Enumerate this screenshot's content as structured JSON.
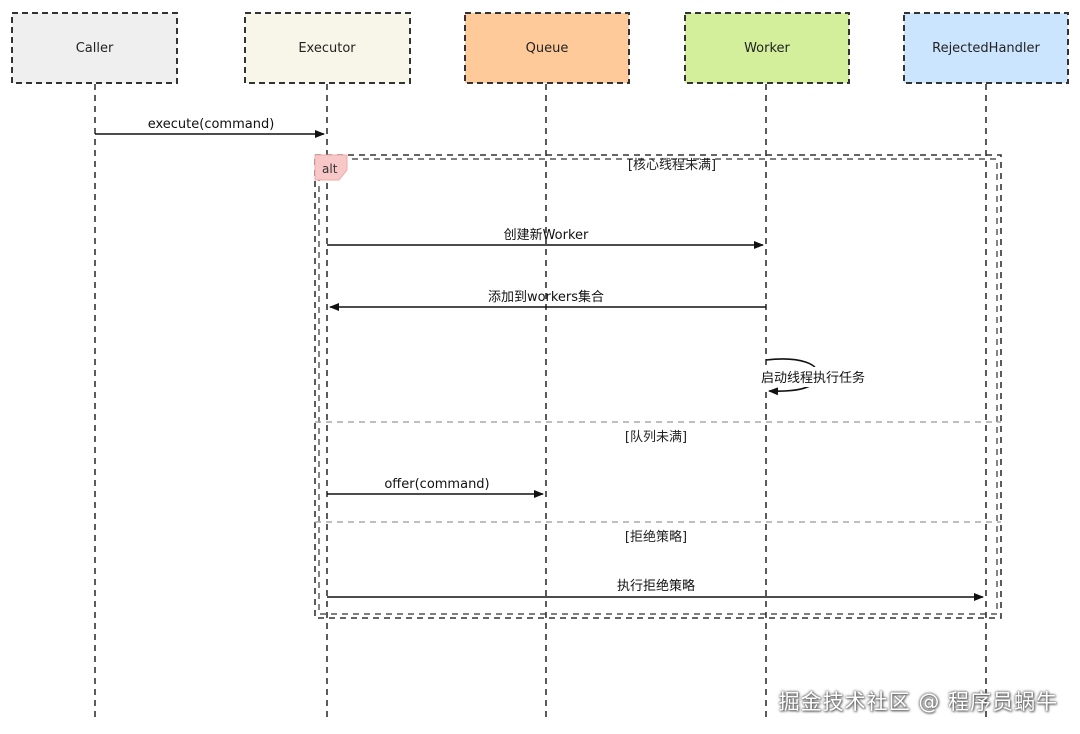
{
  "participants": [
    {
      "label": "Caller",
      "fill": "#efefef"
    },
    {
      "label": "Executor",
      "fill": "#f8f6e8"
    },
    {
      "label": "Queue",
      "fill": "#ffca99"
    },
    {
      "label": "Worker",
      "fill": "#d4ef9b"
    },
    {
      "label": "RejectedHandler",
      "fill": "#cce5ff"
    }
  ],
  "messages": {
    "execute": "execute(command)",
    "create_worker": "创建新Worker",
    "add_to_workers": "添加到workers集合",
    "start_thread": "启动线程执行任务",
    "offer": "offer(command)",
    "reject": "执行拒绝策略"
  },
  "alt_fragment": {
    "label": "alt",
    "label_fill": "#f8c8c8",
    "guards": [
      "[核心线程未满]",
      "[队列未满]",
      "[拒绝策略]"
    ]
  },
  "watermark": "掘金技术社区 @ 程序员蜗牛"
}
